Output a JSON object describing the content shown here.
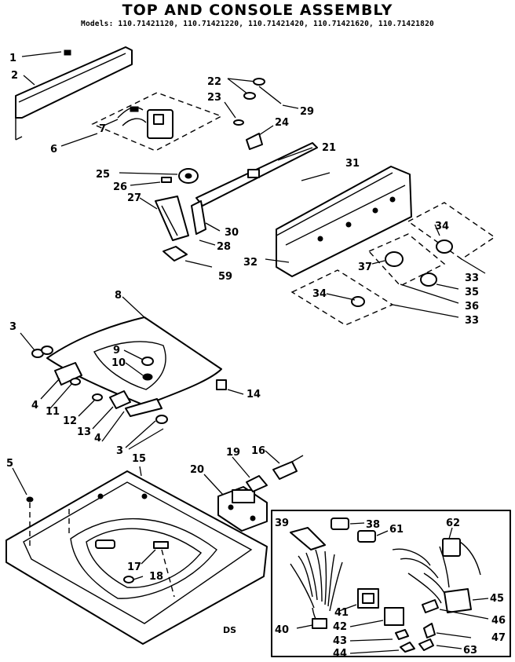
{
  "title": "TOP AND CONSOLE ASSEMBLY",
  "models_line": "Models: 110.71421120, 110.71421220, 110.71421420, 110.71421620, 110.71421820",
  "footer_code": "DS",
  "callouts": [
    "1",
    "2",
    "6",
    "7",
    "22",
    "23",
    "29",
    "24",
    "21",
    "31",
    "25",
    "26",
    "27",
    "30",
    "28",
    "32",
    "59",
    "34",
    "37",
    "33",
    "35",
    "36",
    "8",
    "3",
    "9",
    "10",
    "14",
    "4",
    "11",
    "12",
    "13",
    "5",
    "15",
    "19",
    "16",
    "20",
    "17",
    "18",
    "39",
    "38",
    "61",
    "62",
    "45",
    "41",
    "46",
    "40",
    "42",
    "47",
    "43",
    "63",
    "44"
  ]
}
